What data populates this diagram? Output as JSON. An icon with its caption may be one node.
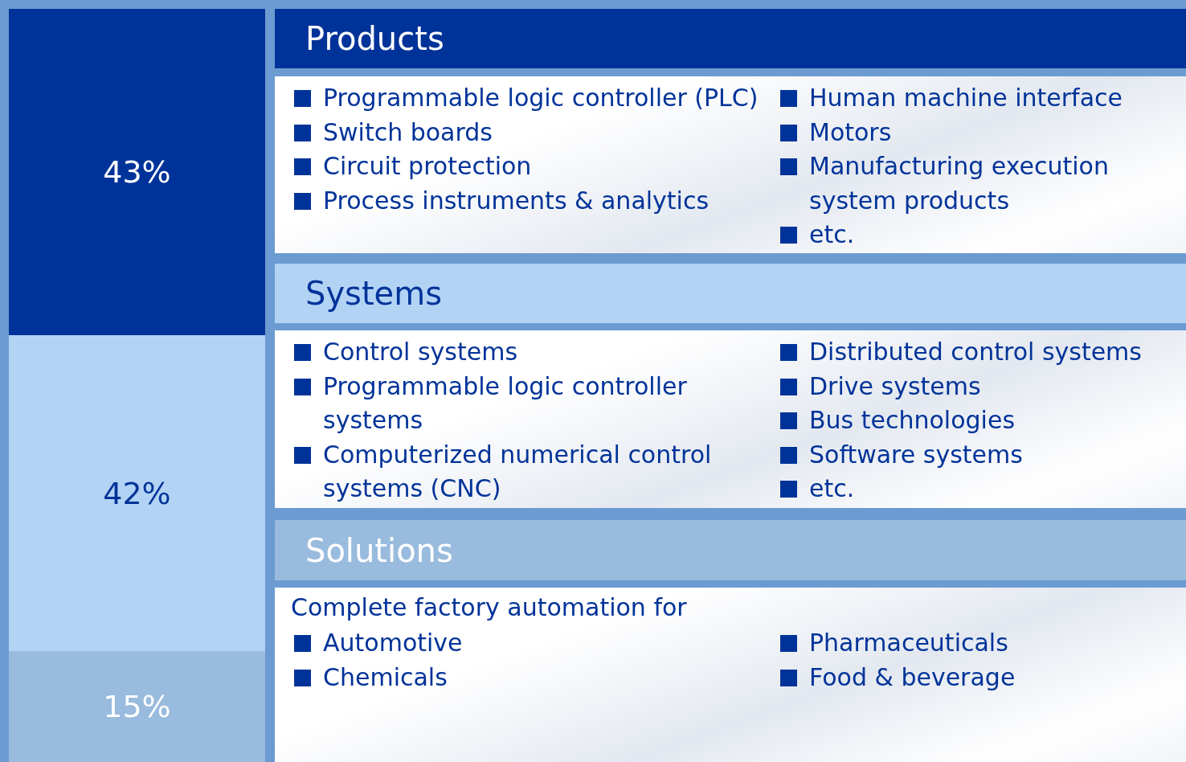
{
  "diagram": {
    "nodes": [
      {
        "text": [
          "43%"
        ]
      },
      {
        "text": [
          "Products"
        ]
      },
      {
        "text": [
          "Programmable logic controller (PLC)",
          "Switch boards",
          "Circuit protection",
          "Process instruments & analytics",
          "Human machine interface",
          "Motors",
          "Manufacturing execution system products",
          "etc."
        ]
      },
      {
        "text": [
          "42%"
        ]
      },
      {
        "text": [
          "Systems"
        ]
      },
      {
        "text": [
          "Control systems",
          "Programmable logic controller systems",
          "Computerized numerical control systems (CNC)",
          "Distributed control systems",
          "Drive systems",
          "Bus technologies",
          "Software systems",
          "etc."
        ]
      },
      {
        "text": [
          "15%"
        ]
      },
      {
        "text": [
          "Solutions"
        ]
      },
      {
        "text": [
          "Complete factory automation for",
          "Automotive",
          "Chemicals",
          "Pharmaceuticals",
          "Food & beverage"
        ]
      }
    ]
  }
}
